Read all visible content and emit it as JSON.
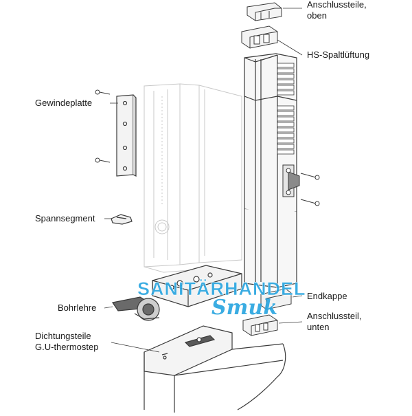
{
  "labels": {
    "anschlussteile_oben": [
      "Anschlussteile,",
      "oben"
    ],
    "hs_spaltlueftung": "HS-Spaltlüftung",
    "gewindeplatte": "Gewindeplatte",
    "spannsegment": "Spannsegment",
    "bohrlehre": "Bohrlehre",
    "dichtungsteile": [
      "Dichtungsteile",
      "G.U-thermostep"
    ],
    "endkappe": "Endkappe",
    "anschlussteil_unten": [
      "Anschlussteil,",
      "unten"
    ]
  },
  "watermark": {
    "line1": "SANITÄRHANDEL",
    "line2": "Smuk",
    "color": "#2aa6e0"
  },
  "colors": {
    "stroke": "#3a3a3a",
    "ghost_stroke": "#c8c8c8",
    "part_fill": "#f2f2f2",
    "dark_fill": "#6a6a6a"
  }
}
